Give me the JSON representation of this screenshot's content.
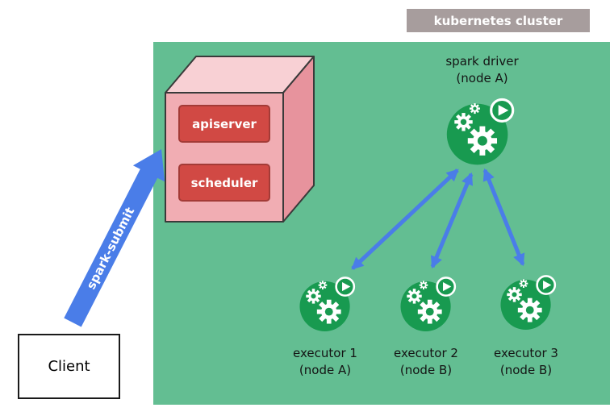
{
  "badge": {
    "label": "kubernetes cluster"
  },
  "client": {
    "label": "Client"
  },
  "submit_arrow": {
    "label": "spark-submit"
  },
  "cluster": {
    "control_plane": {
      "apiserver_label": "apiserver",
      "scheduler_label": "scheduler"
    },
    "driver": {
      "label": "spark driver",
      "node": "(node A)"
    },
    "executors": [
      {
        "label": "executor 1",
        "node": "(node A)"
      },
      {
        "label": "executor 2",
        "node": "(node B)"
      },
      {
        "label": "executor 3",
        "node": "(node B)"
      }
    ]
  },
  "colors": {
    "cluster_bg": "#63BE92",
    "pod_green": "#189A50",
    "box_front": "#F1ADB3",
    "box_top": "#F8D0D4",
    "box_side": "#E7939D",
    "box_border": "#3A3A3A",
    "component_red": "#D14944",
    "component_border": "#A33B37",
    "arrow_blue": "#4A7DE8",
    "badge_gray": "#A79D9D"
  }
}
